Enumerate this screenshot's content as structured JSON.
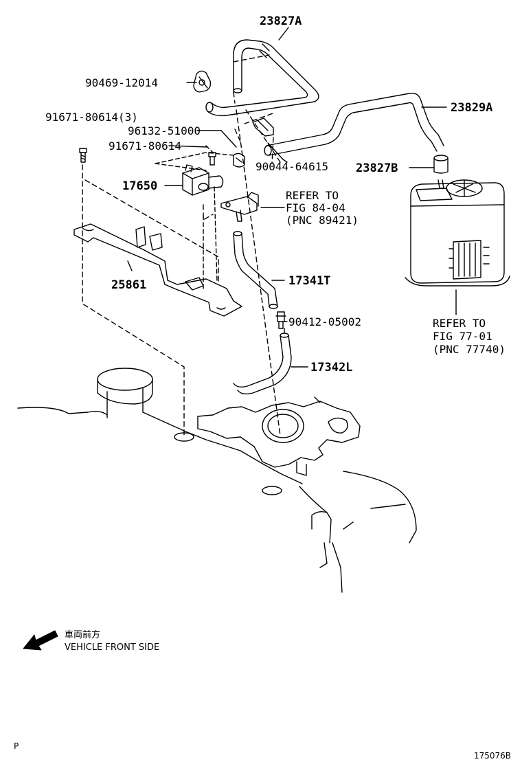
{
  "labels": {
    "hose_23827A": "23827A",
    "clip_90469": "90469-12014",
    "bolt_91671_3": "91671-80614(3)",
    "clamp_96132": "96132-51000",
    "bolt_91671": "91671-80614",
    "clip_90044": "90044-64615",
    "hose_23829A": "23829A",
    "hose_23827B": "23827B",
    "valve_17650": "17650",
    "refer_84_line1": "REFER TO",
    "refer_84_line2": "FIG 84-04",
    "refer_84_line3": "(PNC 89421)",
    "bracket_25861": "25861",
    "hose_17341T": "17341T",
    "union_90412": "90412-05002",
    "hose_17342L": "17342L",
    "refer_77_line1": "REFER TO",
    "refer_77_line2": "FIG 77-01",
    "refer_77_line3": "(PNC 77740)"
  },
  "legend": {
    "japanese": "車両前方",
    "english": "VEHICLE FRONT SIDE"
  },
  "corner": {
    "left": "P",
    "figure_id": "175076B"
  }
}
